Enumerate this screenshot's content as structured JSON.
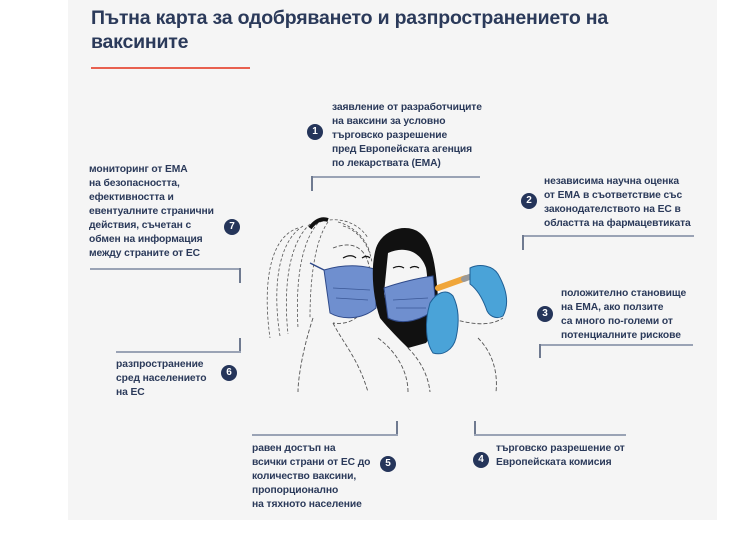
{
  "title": "Пътна карта за одобряването и разпространението на ваксините",
  "title_lines": [
    "Пътна карта за одобряването и разпространението на",
    "ваксините"
  ],
  "colors": {
    "title": "#2b3a5a",
    "accent_underline": "#e8604f",
    "badge": "#25355a",
    "connector": "#9aa3b5",
    "panel_bg": "#f5f5f5",
    "mask_blue": "#6f8fcf",
    "glove_blue": "#4aa3d8",
    "vial_orange": "#f0a63a"
  },
  "illustration": {
    "icon": "scientists-with-vaccine-vial-illustration",
    "description": "Two researchers wearing face masks, one holding a vaccine vial with blue gloves"
  },
  "steps": [
    {
      "number": "1",
      "lines": [
        "заявление от разработчиците",
        "на ваксини за условно",
        "търговско разрешение",
        "пред Европейската агенция",
        "по лекарствата (ЕМА)"
      ]
    },
    {
      "number": "2",
      "lines": [
        "независима научна оценка",
        "от ЕМА в съответствие със",
        "законодателството на ЕС в",
        "областта на фармацевтиката"
      ]
    },
    {
      "number": "3",
      "lines": [
        "положително становище",
        "на ЕМА, ако ползите",
        "са много по-големи от",
        "потенциалните рискове"
      ]
    },
    {
      "number": "4",
      "lines": [
        "търговско разрешение от",
        "Европейската комисия"
      ]
    },
    {
      "number": "5",
      "lines": [
        "равен достъп на",
        "всички страни от ЕС до",
        "количество ваксини,",
        "пропорционално",
        "на тяхното население"
      ]
    },
    {
      "number": "6",
      "lines": [
        "разпространение",
        "сред населението",
        "на ЕС"
      ]
    },
    {
      "number": "7",
      "lines": [
        "мониторинг от ЕМА",
        "на безопасността,",
        "ефективността и",
        "евентуалните странични",
        "действия, съчетан с",
        "обмен на информация",
        "между страните от ЕС"
      ]
    }
  ]
}
